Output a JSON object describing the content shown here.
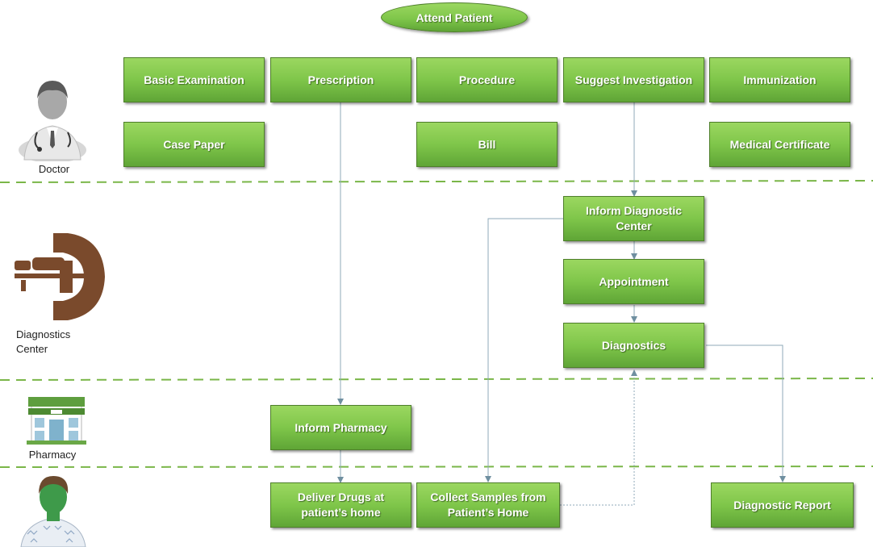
{
  "diagram": {
    "start": "Attend Patient",
    "lanes": {
      "doctor": "Doctor",
      "diagnostics": "Diagnostics\nCenter",
      "pharmacy": "Pharmacy"
    },
    "nodes": {
      "basic_examination": "Basic Examination",
      "prescription": "Prescription",
      "procedure": "Procedure",
      "suggest_investigation": "Suggest Investigation",
      "immunization": "Immunization",
      "case_paper": "Case Paper",
      "bill": "Bill",
      "medical_certificate": "Medical Certificate",
      "inform_diagnostic_center": "Inform Diagnostic\nCenter",
      "appointment": "Appointment",
      "diagnostics": "Diagnostics",
      "inform_pharmacy": "Inform Pharmacy",
      "deliver_drugs": "Deliver Drugs at\npatient’s home",
      "collect_samples": "Collect Samples from\nPatient’s Home",
      "diagnostic_report": "Diagnostic Report"
    },
    "colors": {
      "box_green": "#7fc64a",
      "lane_divider": "#7ab648",
      "connector": "#8faab8"
    },
    "icons": [
      "doctor-icon",
      "diagnostic-scanner-icon",
      "pharmacy-building-icon",
      "patient-icon"
    ]
  }
}
